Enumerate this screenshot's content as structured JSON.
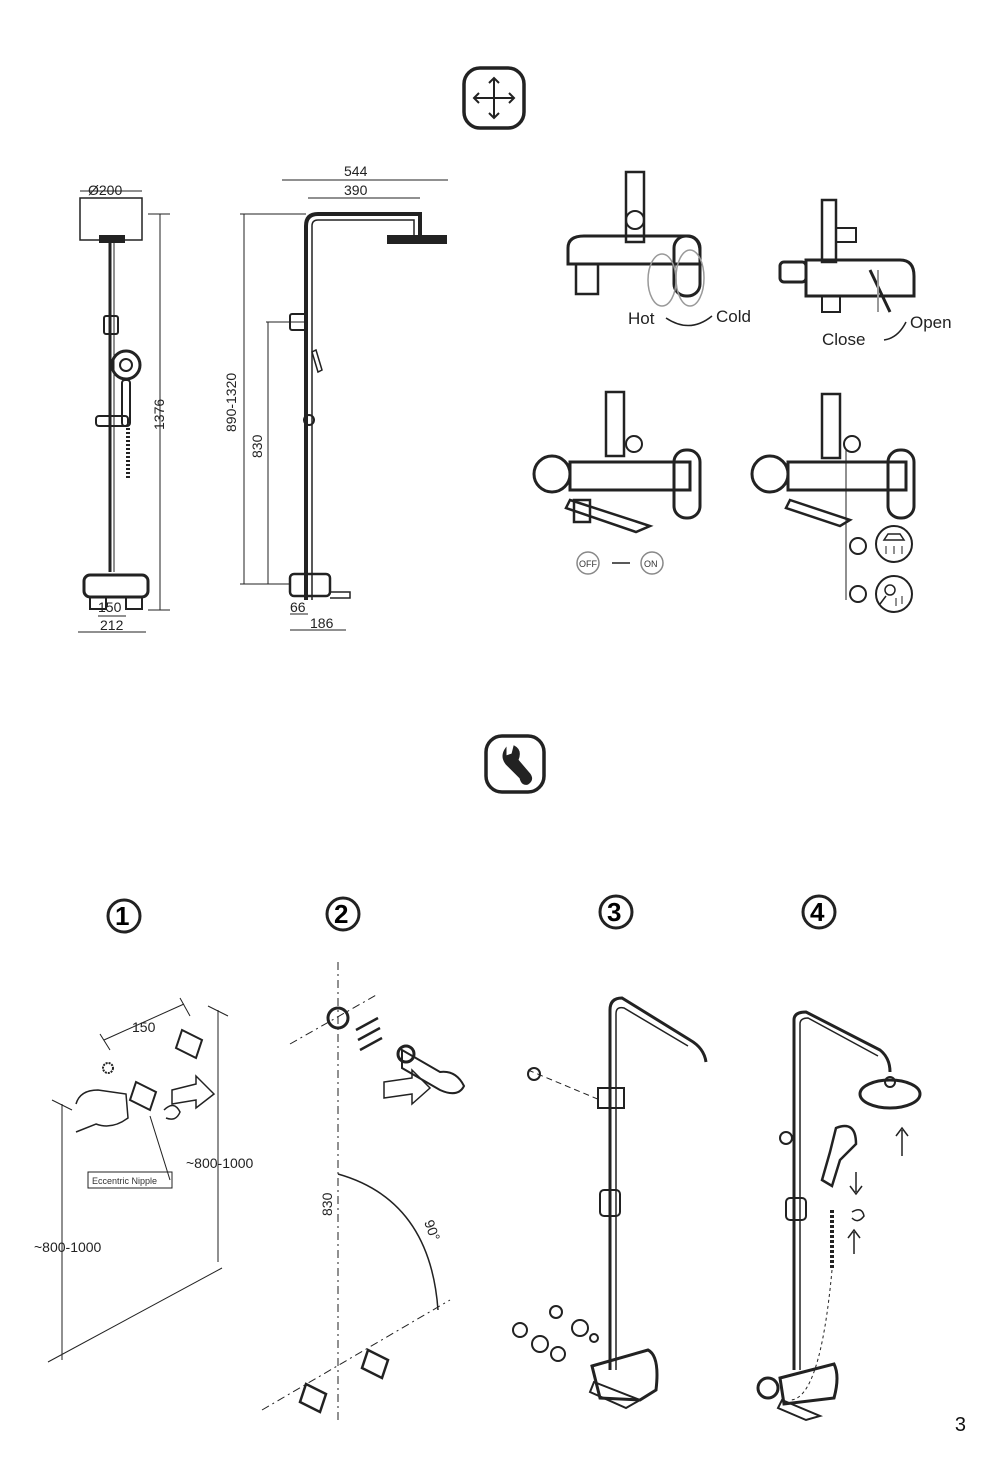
{
  "page_number": "3",
  "dimensions_section": {
    "icon": "measuring-cross-icon",
    "front_view": {
      "head_diameter": "Ø200",
      "total_height": "1376",
      "inlet_spacing": "150",
      "body_width": "212"
    },
    "side_view": {
      "arm_outer": "544",
      "arm_inner": "390",
      "adjust_range": "890-1320",
      "outlet_height": "830",
      "wall_offset": "66",
      "spout_depth": "186"
    }
  },
  "operation_section": {
    "hot_label": "Hot",
    "cold_label": "Cold",
    "close_label": "Close",
    "open_label": "Open",
    "off_label": "OFF",
    "on_label": "ON"
  },
  "installation_section": {
    "icon": "wrench-icon",
    "steps": [
      {
        "number": "1",
        "spacing": "150",
        "height_a": "~800-1000",
        "height_b": "~800-1000",
        "part_label": "Eccentric Nipple"
      },
      {
        "number": "2",
        "height": "830",
        "angle": "90°"
      },
      {
        "number": "3"
      },
      {
        "number": "4"
      }
    ]
  }
}
